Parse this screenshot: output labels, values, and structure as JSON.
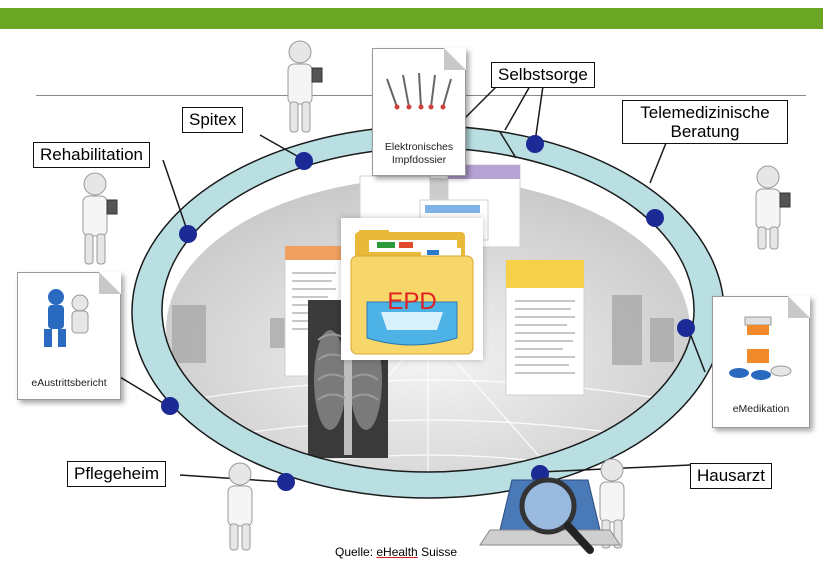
{
  "header": {
    "bar_color": "#6aa524"
  },
  "center": {
    "label": "EPD",
    "label_color": "#e02020"
  },
  "labels": {
    "spitex": "Spitex",
    "rehabilitation": "Rehabilitation",
    "selbstsorge": "Selbstsorge",
    "telemedizin": "Telemedizinische Beratung",
    "pflegeheim": "Pflegeheim",
    "hausarzt": "Hausarzt"
  },
  "documents": {
    "impfdossier": "Elektronisches Impfdossier",
    "austrittsbericht": "eAustrittsbericht",
    "medikation": "eMedikation"
  },
  "source": {
    "prefix": "Quelle: ",
    "link_text": "eHealth",
    "suffix": " Suisse"
  },
  "colors": {
    "ring": "#b9dfe3",
    "node": "#1b2a94",
    "outline": "#1a1a1a"
  }
}
